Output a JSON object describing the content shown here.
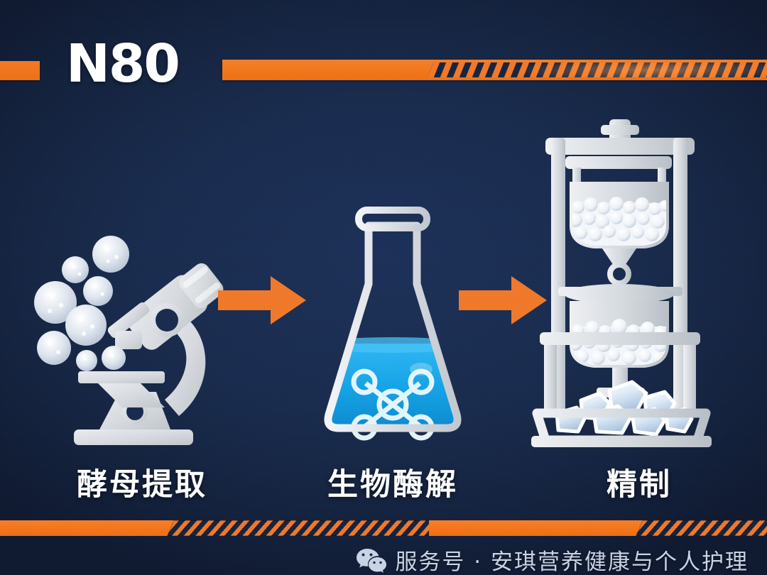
{
  "page": {
    "background_color": "#1a2c4e",
    "accent_color": "#f0782a",
    "text_color": "#ffffff"
  },
  "header": {
    "brand": "N80",
    "left_bar": {
      "name": "orange-bar-left"
    },
    "right_bar": {
      "name": "orange-bar-right",
      "pattern": "diagonal-stripes"
    }
  },
  "process": {
    "steps": [
      {
        "id": "step-1",
        "label": "酵母提取",
        "icon": "microscope-icon",
        "icon_detail": "microscope with yeast cell spheres"
      },
      {
        "id": "step-2",
        "label": "生物酶解",
        "icon": "erlenmeyer-flask-icon",
        "icon_detail": "flask with blue liquid and molecule symbol",
        "liquid_color": "#19a6e8",
        "molecule_color": "#eaf8ff"
      },
      {
        "id": "step-3",
        "label": "精制",
        "icon": "refining-press-icon",
        "icon_detail": "two-stage press with granules and ice crystals"
      }
    ],
    "arrows": [
      {
        "id": "arrow-1",
        "from": "step-1",
        "to": "step-2",
        "color": "#f0782a"
      },
      {
        "id": "arrow-2",
        "from": "step-2",
        "to": "step-3",
        "color": "#f0782a"
      }
    ]
  },
  "footer": {
    "account_type": "服务号",
    "separator": "·",
    "account_name": "安琪营养健康与个人护理",
    "full_text": "服务号 · 安琪营养健康与个人护理",
    "icon": "wechat-icon"
  }
}
